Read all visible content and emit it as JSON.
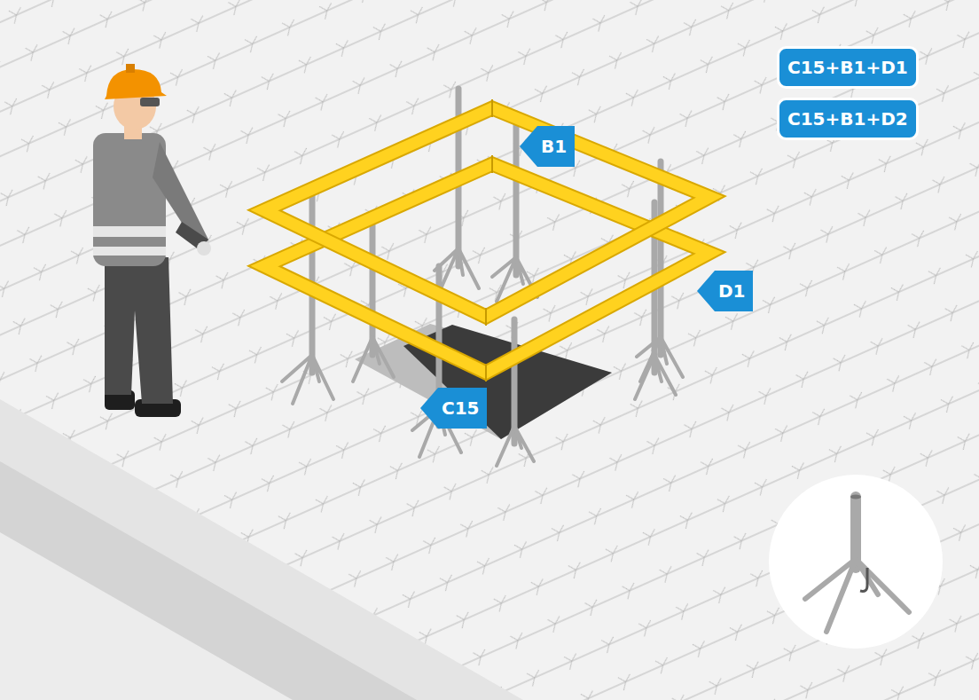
{
  "diagram": {
    "nodes": [
      {
        "text": [
          "C15+B1+D1"
        ]
      },
      {
        "text": [
          "C15+B1+D2"
        ]
      },
      {
        "text": [
          "B1"
        ]
      },
      {
        "text": [
          "D1"
        ]
      },
      {
        "text": [
          "C15"
        ]
      }
    ]
  }
}
